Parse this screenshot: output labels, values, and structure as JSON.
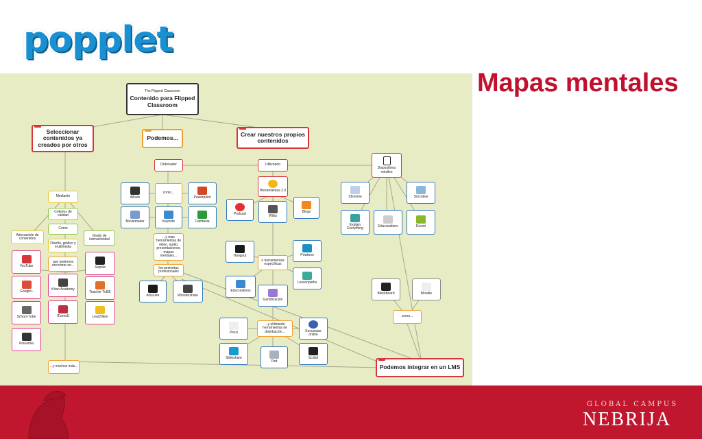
{
  "logo": "popplet",
  "title": "Mapas mentales",
  "footer": {
    "campus": "GLOBAL CAMPUS",
    "brand": "NEBRIJA"
  },
  "mindmap": {
    "root": {
      "caption": "The Flipped Classroom",
      "label": "Contenido para Flipped Classroom"
    },
    "branches": {
      "seleccionar": "Seleccionar contenidos ya creados por otros",
      "podemos": "Podemos...",
      "crear": "Crear nuestros propios contenidos",
      "podemos_lms": "Podemos integrar en un LMS"
    },
    "left_column": {
      "mediante": "Mediante",
      "criterios": "Criterios de calidad",
      "como": "Como",
      "adecuacion": "Adecuación de contenidos",
      "diseno": "Diseño, gráfico y multimedia",
      "grado": "Grado de interactividad",
      "que_podemos": "que podemos encontrar en...",
      "youtube": "YouTube",
      "google": "Google+",
      "schooltube": "School Tube",
      "kinoamia": "Kinoamia",
      "khan": "Khan Academy",
      "itunesu": "iTunesU",
      "sophia": "Sophia",
      "teachertube": "Teacher TuBE",
      "learnzillion": "LearZillion",
      "y_muchos": "...y muchos más..."
    },
    "ordenador": {
      "label": "Ordenador",
      "imovie": "iMovie",
      "como": "como...",
      "powerpoint": "Powerpoint",
      "moviemaker": "Moviemaker",
      "keynote": "Keynote",
      "camtasia": "Camtasia",
      "mas_herramientas": "...y mas herramientas de video, audio, presentaciones, mapas mentales...",
      "profesionales": "herramientas profesionales",
      "artrage": "ArtuLete",
      "wondershare": "Wondershare"
    },
    "utilizando": {
      "label": "Utilizando",
      "web20": "Herramientas 2.0",
      "podcast": "Podcast",
      "wikis": "Wikis",
      "blogs": "Blogs",
      "hangout": "Hangout",
      "especificas": "o herramientas específicas",
      "educreations_site": "Educreations",
      "powtoon": "Powtoon",
      "lessonpaths": "Lessonpaths",
      "gamificacion": "Gamificación",
      "distribucion": "...y utilizando herramientas de distribución...",
      "prezi": "Prezi",
      "encuestas": "Encuestas online",
      "slideshare": "Slideshare",
      "padlet": "Pad",
      "scribd": "Scribd"
    },
    "dispositivos": {
      "label": "Dispositivos móviles",
      "showme": "Showme",
      "socrative": "Socrative",
      "explain": "Explain Everything",
      "educreations": "Educreations",
      "doceri": "Doceri"
    },
    "lms": {
      "blackboard": "Blackboard",
      "moodle": "Moodle",
      "como": "como..."
    }
  }
}
